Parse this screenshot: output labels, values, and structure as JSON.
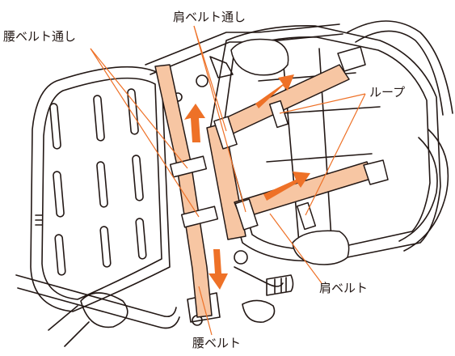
{
  "labels": {
    "waist_belt_loop": "腰ベルト通し",
    "shoulder_belt_loop": "肩ベルト通し",
    "loop": "ループ",
    "shoulder_belt": "肩ベルト",
    "waist_belt": "腰ベルト"
  },
  "colors": {
    "line": "#231815",
    "strap_fill": "#f7c6a3",
    "leader": "#ee7127",
    "arrow": "#ee7127",
    "background": "#ffffff"
  }
}
